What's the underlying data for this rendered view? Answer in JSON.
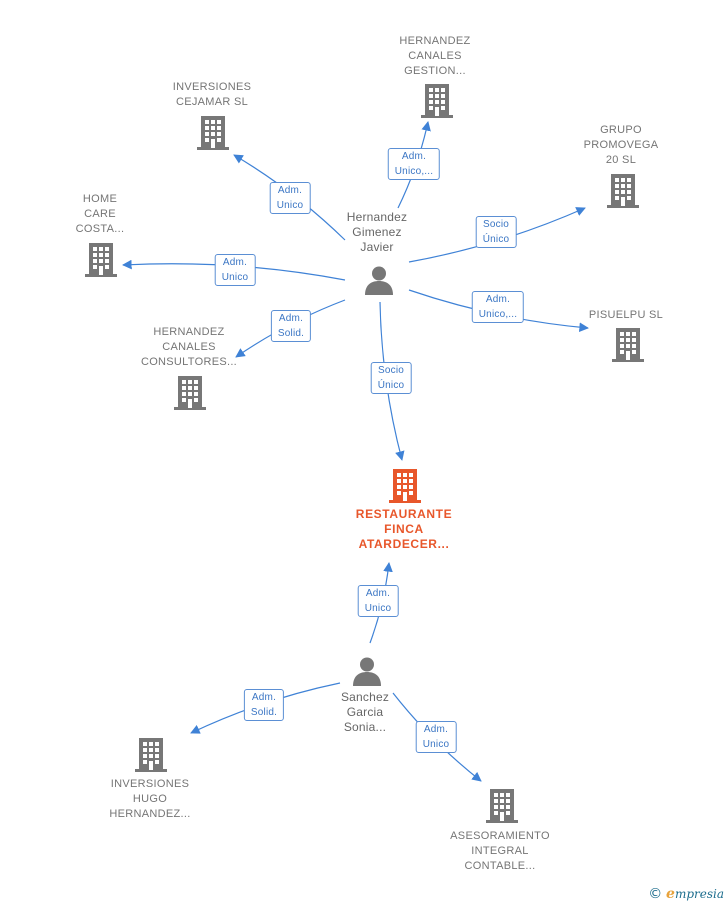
{
  "colors": {
    "edge": "#3f82d6",
    "company": "#777777",
    "main_company": "#e8572b",
    "person": "#777777"
  },
  "nodes": [
    {
      "id": "hernandez-gimenez",
      "type": "person",
      "label": "Hernandez\nGimenez\nJavier"
    },
    {
      "id": "sanchez-garcia",
      "type": "person",
      "label": "Sanchez\nGarcia\nSonia..."
    },
    {
      "id": "restaurante-finca",
      "type": "company",
      "main": true,
      "label": "RESTAURANTE\nFINCA\nATARDECER..."
    },
    {
      "id": "hernandez-canales-gestion",
      "type": "company",
      "label": "HERNANDEZ\nCANALES\nGESTION..."
    },
    {
      "id": "inversiones-cejamar",
      "type": "company",
      "label": "INVERSIONES\nCEJAMAR SL"
    },
    {
      "id": "grupo-promovega",
      "type": "company",
      "label": "GRUPO\nPROMOVEGA\n20  SL"
    },
    {
      "id": "home-care-costa",
      "type": "company",
      "label": "HOME\nCARE\nCOSTA..."
    },
    {
      "id": "pisuelpu",
      "type": "company",
      "label": "PISUELPU  SL"
    },
    {
      "id": "hernandez-canales-consultores",
      "type": "company",
      "label": "HERNANDEZ\nCANALES\nCONSULTORES..."
    },
    {
      "id": "inversiones-hugo",
      "type": "company",
      "label": "INVERSIONES\nHUGO\nHERNANDEZ..."
    },
    {
      "id": "asesoramiento-integral",
      "type": "company",
      "label": "ASESORAMIENTO\nINTEGRAL\nCONTABLE..."
    }
  ],
  "edges": [
    {
      "from": "hernandez-gimenez",
      "to": "hernandez-canales-gestion",
      "label": "Adm.\nUnico,..."
    },
    {
      "from": "hernandez-gimenez",
      "to": "inversiones-cejamar",
      "label": "Adm.\nUnico"
    },
    {
      "from": "hernandez-gimenez",
      "to": "grupo-promovega",
      "label": "Socio\nÚnico"
    },
    {
      "from": "hernandez-gimenez",
      "to": "home-care-costa",
      "label": "Adm.\nUnico"
    },
    {
      "from": "hernandez-gimenez",
      "to": "pisuelpu",
      "label": "Adm.\nUnico,..."
    },
    {
      "from": "hernandez-gimenez",
      "to": "hernandez-canales-consultores",
      "label": "Adm.\nSolid."
    },
    {
      "from": "hernandez-gimenez",
      "to": "restaurante-finca",
      "label": "Socio\nÚnico"
    },
    {
      "from": "sanchez-garcia",
      "to": "restaurante-finca",
      "label": "Adm.\nUnico"
    },
    {
      "from": "sanchez-garcia",
      "to": "inversiones-hugo",
      "label": "Adm.\nSolid."
    },
    {
      "from": "sanchez-garcia",
      "to": "asesoramiento-integral",
      "label": "Adm.\nUnico"
    }
  ],
  "brand": {
    "copyright": "©",
    "initial": "e",
    "name": "mpresia"
  }
}
